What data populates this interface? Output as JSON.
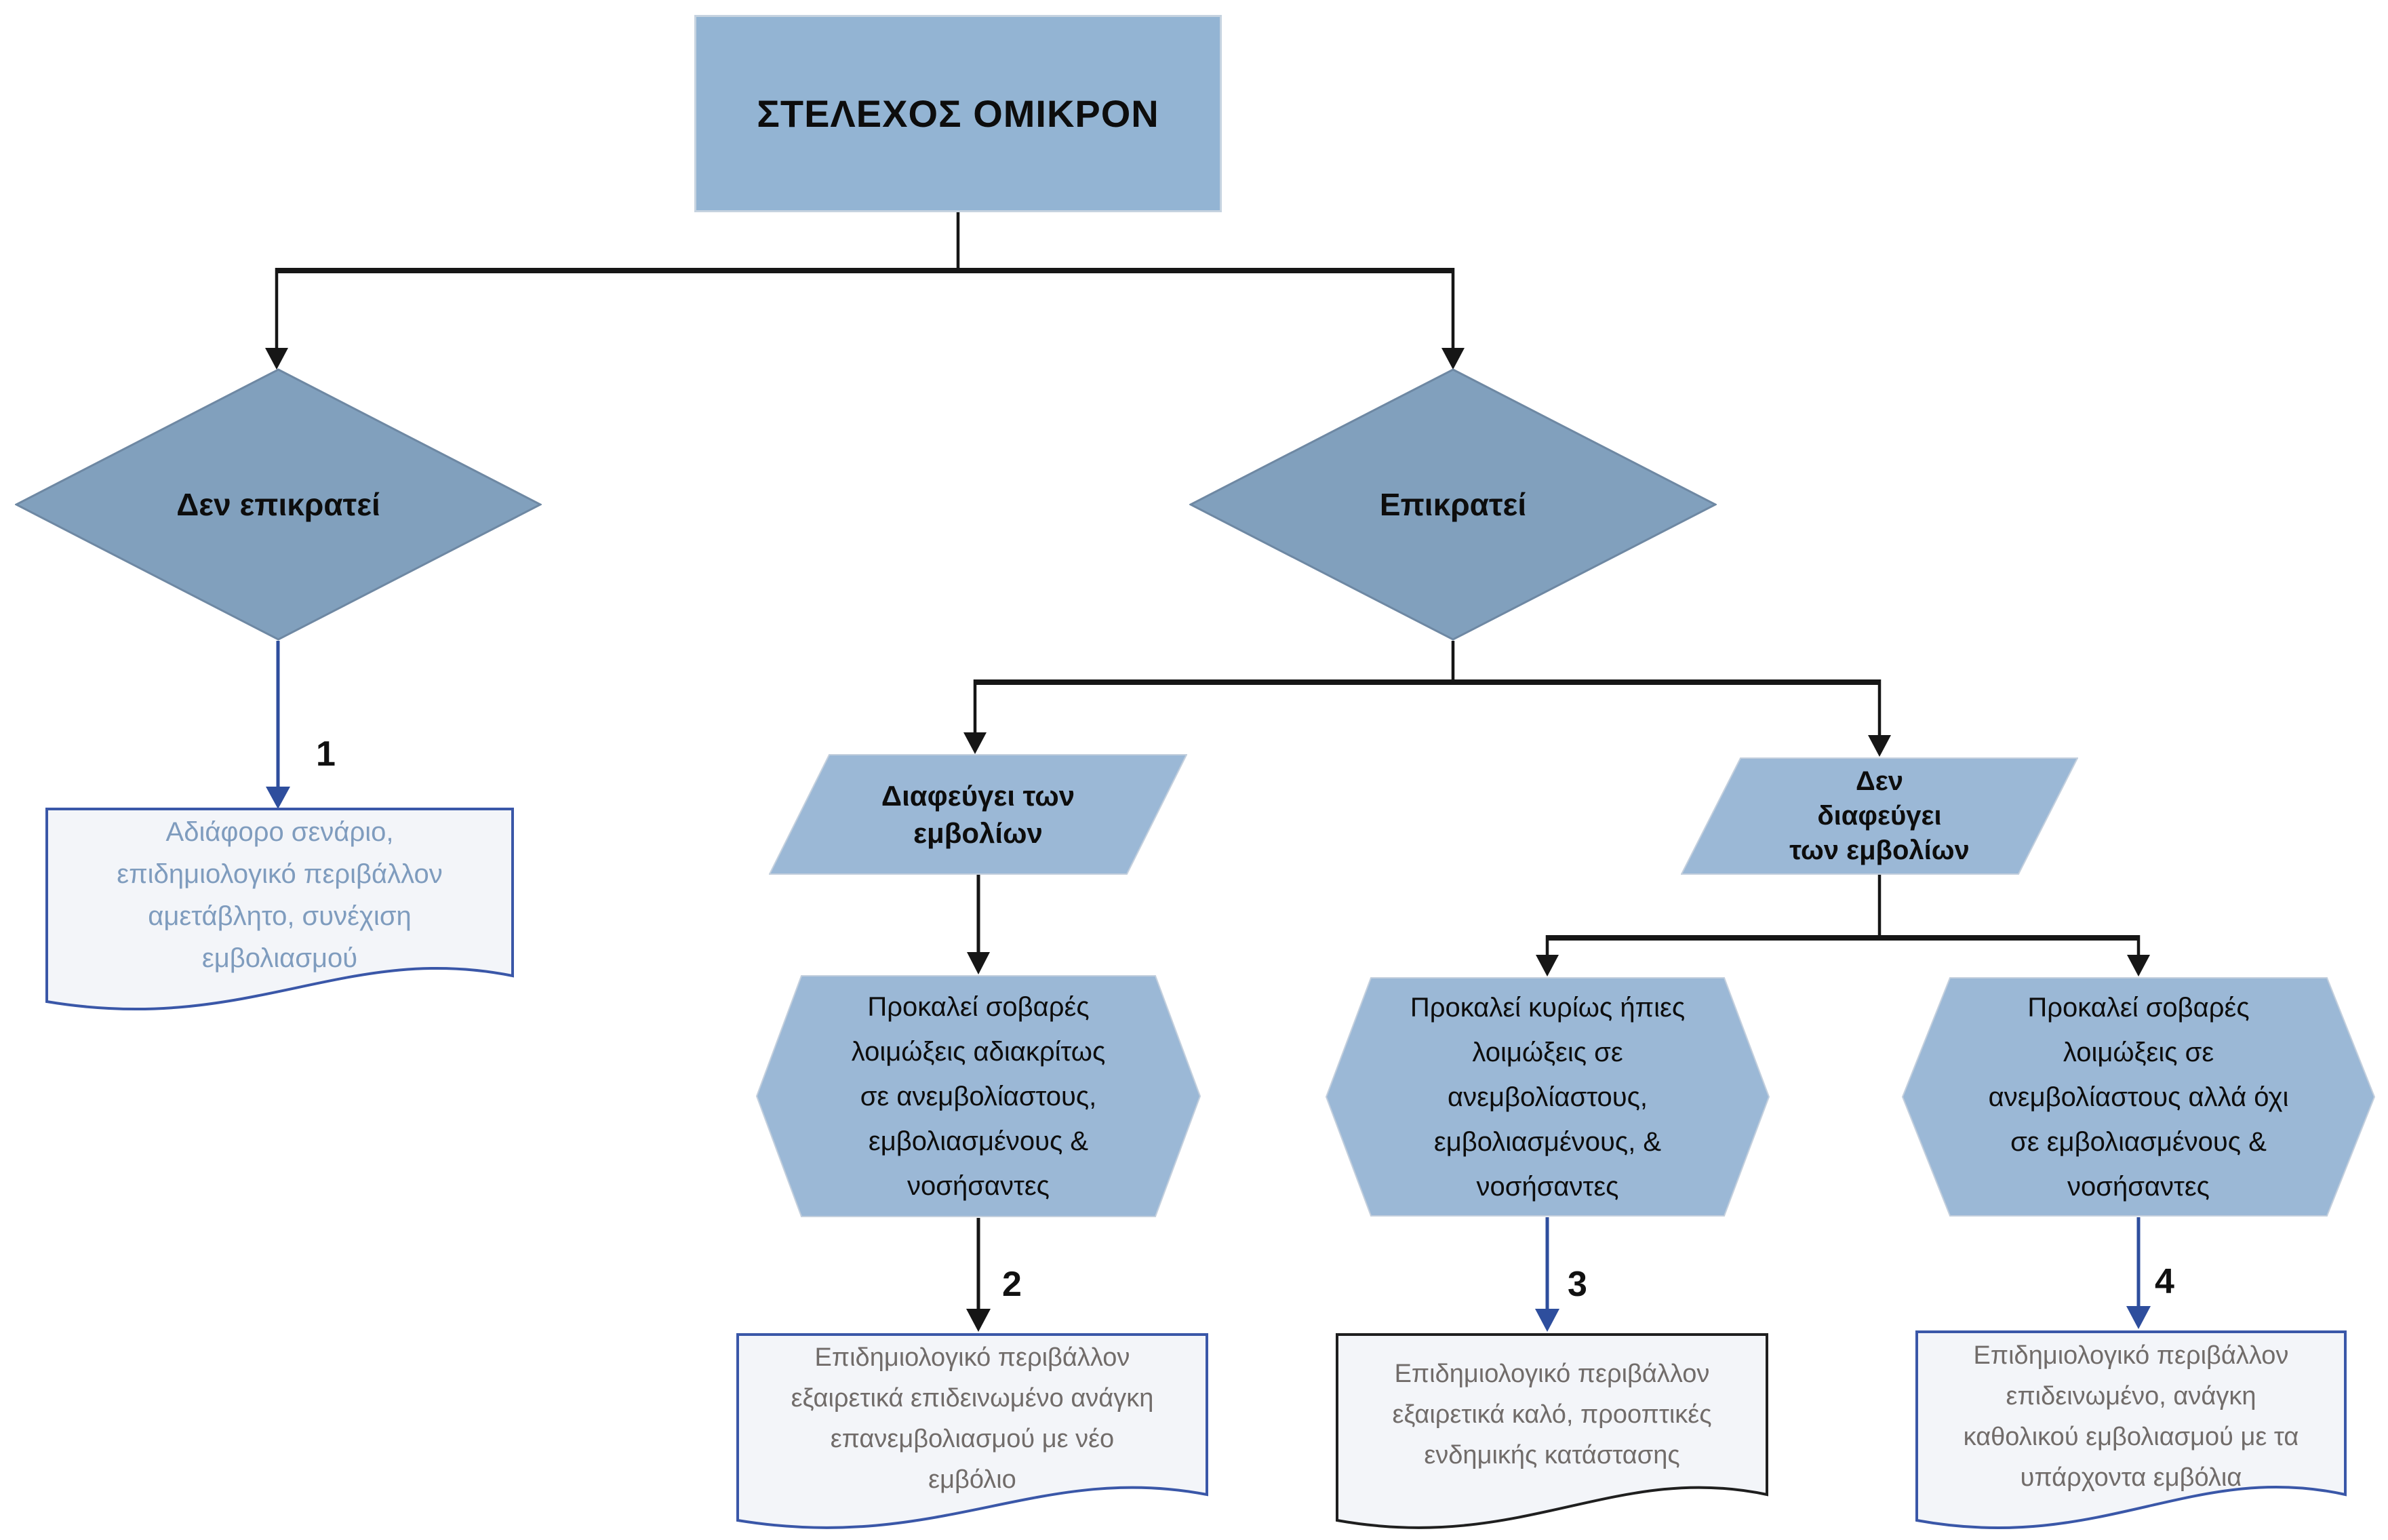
{
  "flowchart": {
    "title": "ΣΤΕΛΕΧΟΣ ΟΜΙΚΡΟΝ",
    "decision_left": "Δεν επικρατεί",
    "decision_right": "Επικρατεί",
    "branch_escapes": "Διαφεύγει των\nεμβολίων",
    "branch_not_escapes": "Δεν\nδιαφεύγει\nτων εμβολίων",
    "process_escapes": "Προκαλεί σοβαρές\nλοιμώξεις αδιακρίτως\nσε ανεμβολίαστους,\nεμβολιασμένους &\nνοσήσαντες",
    "process_mild": "Προκαλεί κυρίως ήπιες\nλοιμώξεις σε\nανεμβολίαστους,\nεμβολιασμένους, &\nνοσήσαντες",
    "process_severe_unvaccinated": "Προκαλεί σοβαρές\nλοιμώξεις σε\nανεμβολίαστους αλλά όχι\nσε εμβολιασμένους &\nνοσήσαντες",
    "outcomes": [
      {
        "number": "1",
        "text": "Αδιάφορο σενάριο,\nεπιδημιολογικό περιβάλλον\nαμετάβλητο, συνέχιση\nεμβολιασμού"
      },
      {
        "number": "2",
        "text": "Επιδημιολογικό περιβάλλον\nεξαιρετικά επιδεινωμένο ανάγκη\nεπανεμβολιασμού με νέο\nεμβόλιο"
      },
      {
        "number": "3",
        "text": "Επιδημιολογικό περιβάλλον\nεξαιρετικά καλό, προοπτικές\nενδημικής κατάστασης"
      },
      {
        "number": "4",
        "text": "Επιδημιολογικό περιβάλλον\nεπιδεινωμένο, ανάγκη\nκαθολικού εμβολιασμού με τα\nυπάρχοντα εμβόλια"
      }
    ],
    "colors": {
      "title_fill": "#93b4d3",
      "diamond_fill": "#81a0bd",
      "branch_fill": "#9bb8d6",
      "doc_fill": "#f3f5f9",
      "doc_border_blue": "#3a57a8",
      "doc_border_dark": "#1f1f1f",
      "arrow_blue": "#2e4e9d",
      "arrow_black": "#161616",
      "doc_text_blue": "#7f9cbe",
      "doc_text_gray": "#716c6a"
    }
  }
}
